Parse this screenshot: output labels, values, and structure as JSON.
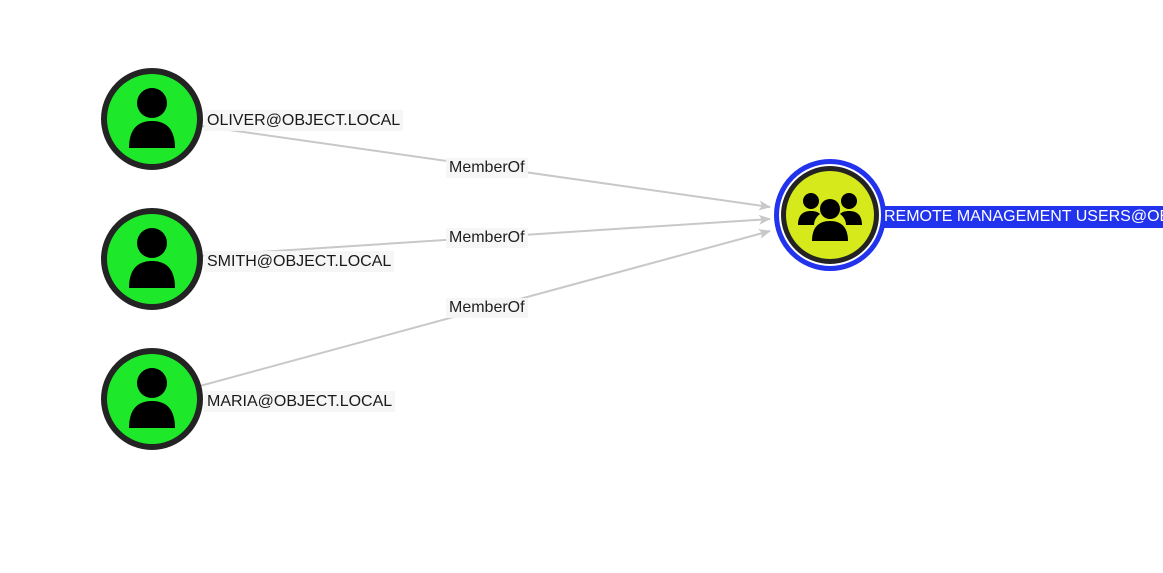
{
  "colors": {
    "user_fill": "#1ee82a",
    "node_border": "#232323",
    "group_fill": "#d6e91b",
    "group_highlight": "#2233ee",
    "edge": "#c8c8c8",
    "icon": "#000000"
  },
  "nodes": {
    "oliver": {
      "label": "OLIVER@OBJECT.LOCAL",
      "icon": "user-icon"
    },
    "smith": {
      "label": "SMITH@OBJECT.LOCAL",
      "icon": "user-icon"
    },
    "maria": {
      "label": "MARIA@OBJECT.LOCAL",
      "icon": "user-icon"
    },
    "group": {
      "label": "REMOTE MANAGEMENT USERS@OBJECT.LOCAL",
      "icon": "group-icon",
      "selected": true
    }
  },
  "edges": [
    {
      "from": "oliver",
      "to": "group",
      "label": "MemberOf"
    },
    {
      "from": "smith",
      "to": "group",
      "label": "MemberOf"
    },
    {
      "from": "maria",
      "to": "group",
      "label": "MemberOf"
    }
  ]
}
